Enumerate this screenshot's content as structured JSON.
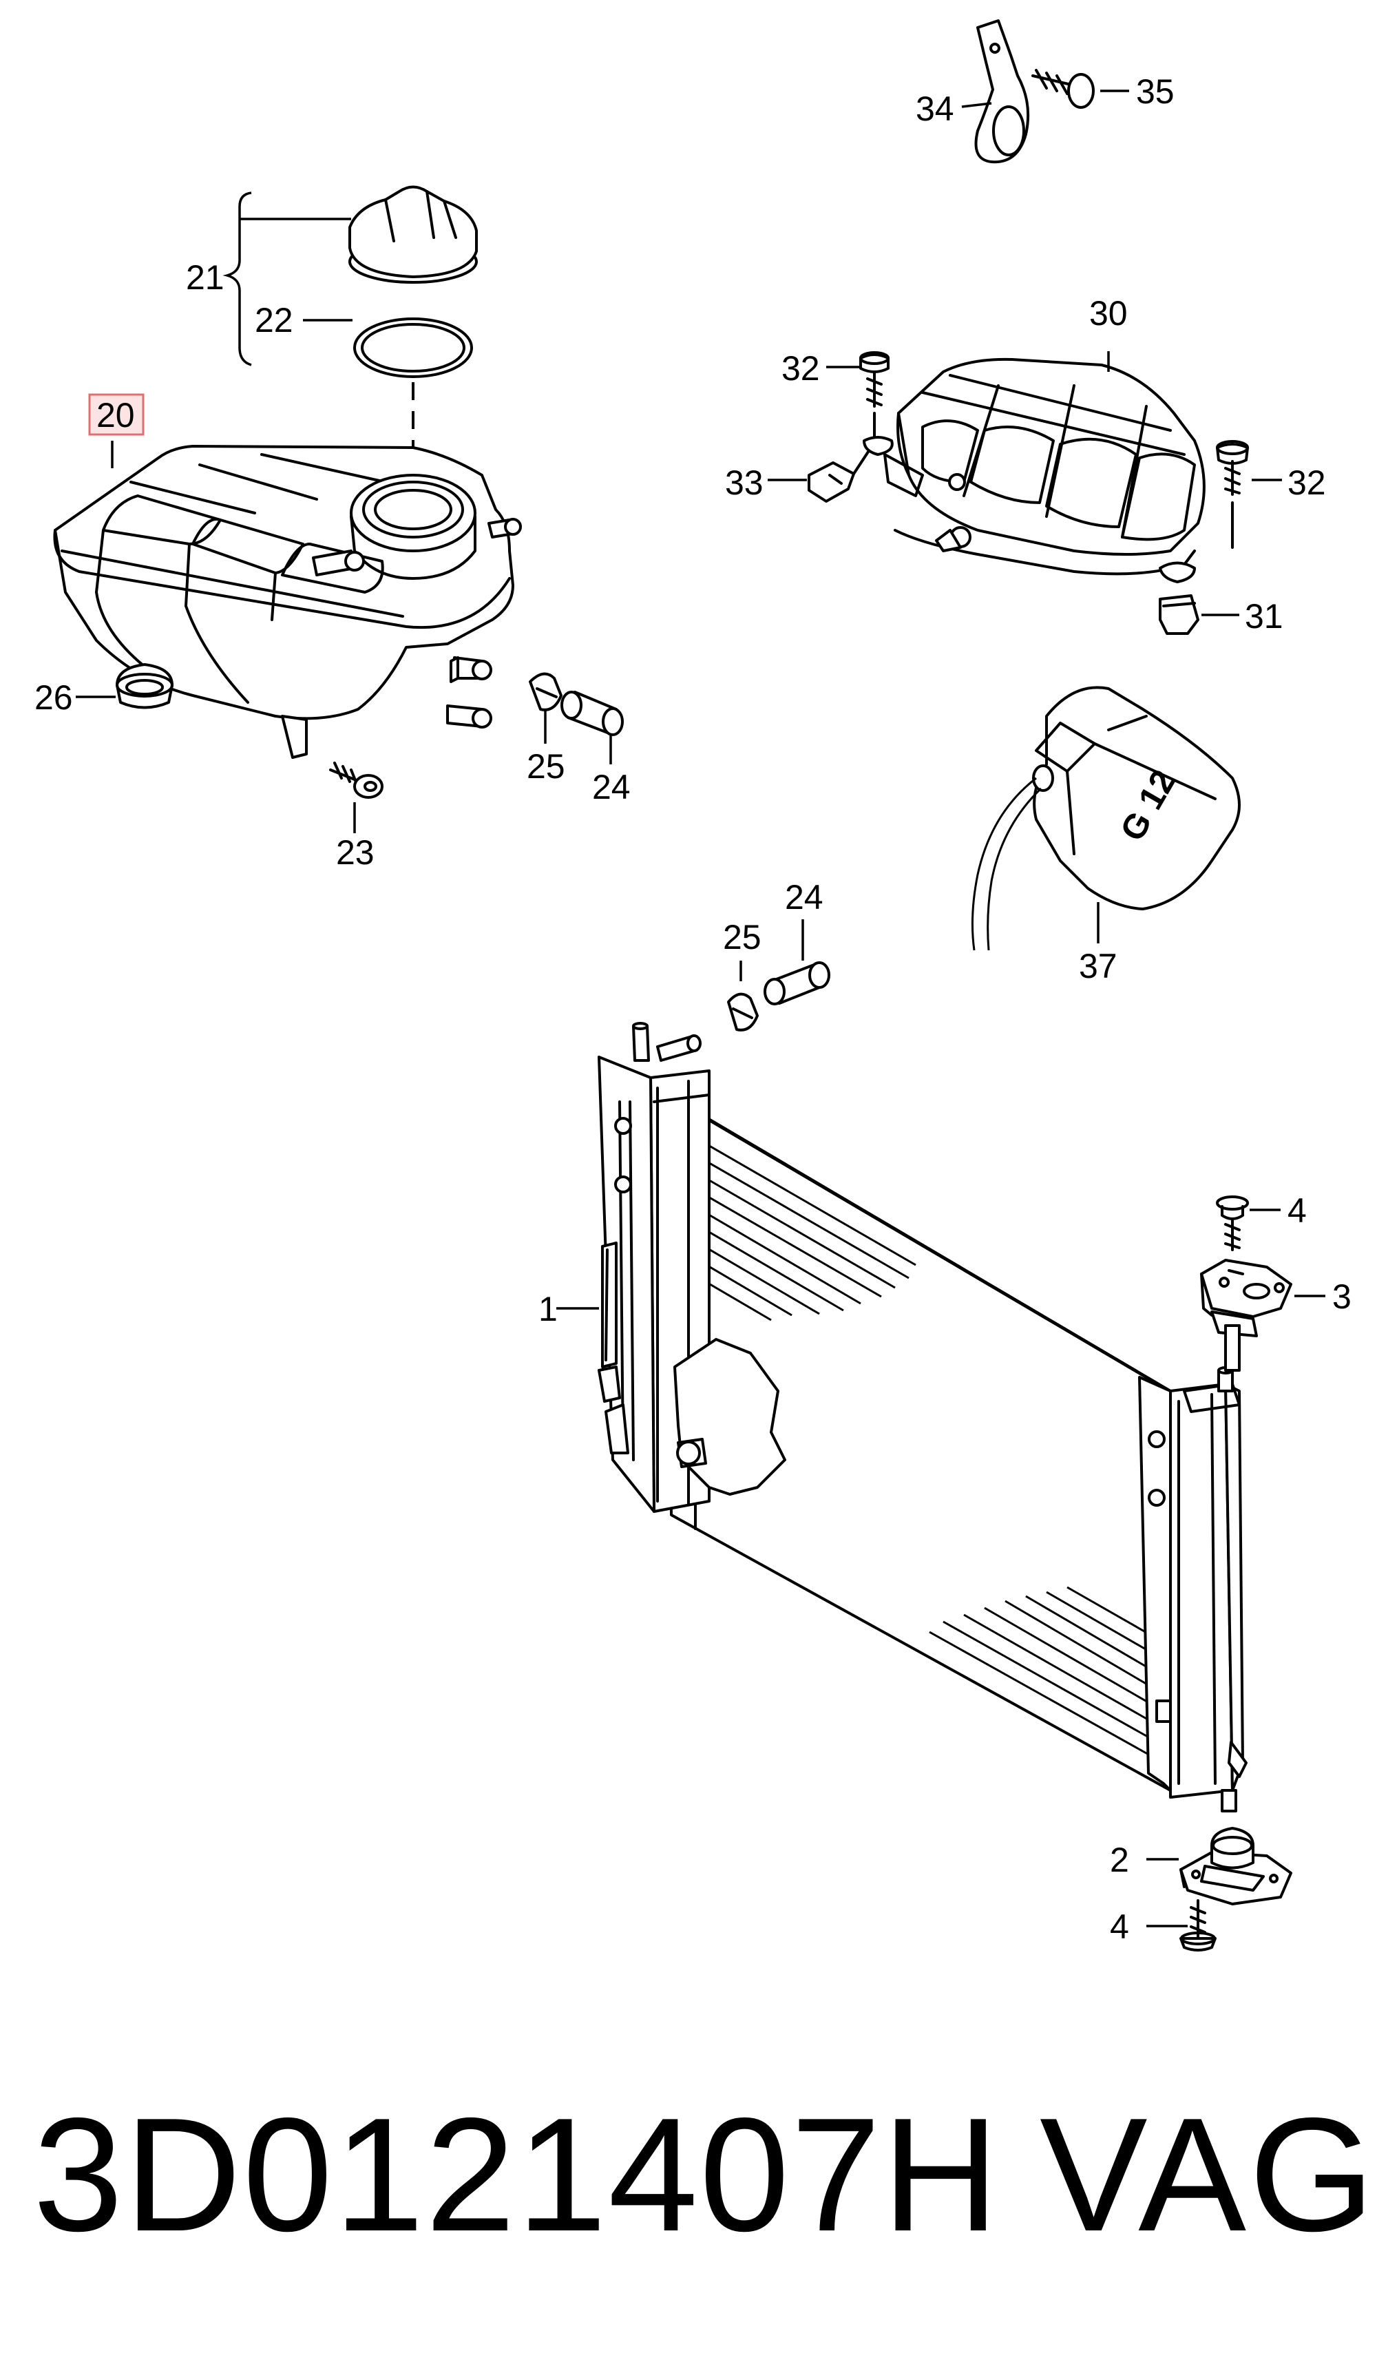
{
  "callouts": {
    "c20": "20",
    "c21": "21",
    "c22": "22",
    "c23": "23",
    "c24_top": "24",
    "c25_top": "25",
    "c26": "26",
    "c30": "30",
    "c31": "31",
    "c32_left": "32",
    "c32_right": "32",
    "c33": "33",
    "c34": "34",
    "c35": "35",
    "c37": "37",
    "c24_mid": "24",
    "c25_mid": "25",
    "c1": "1",
    "c2": "2",
    "c3": "3",
    "c4_top": "4",
    "c4_bottom": "4"
  },
  "bottle_label": "G 12",
  "highlighted_callout": "20",
  "highlight_color": "#fde4e4",
  "footer": {
    "part_number": "3D0121407H",
    "brand": "VAG"
  }
}
